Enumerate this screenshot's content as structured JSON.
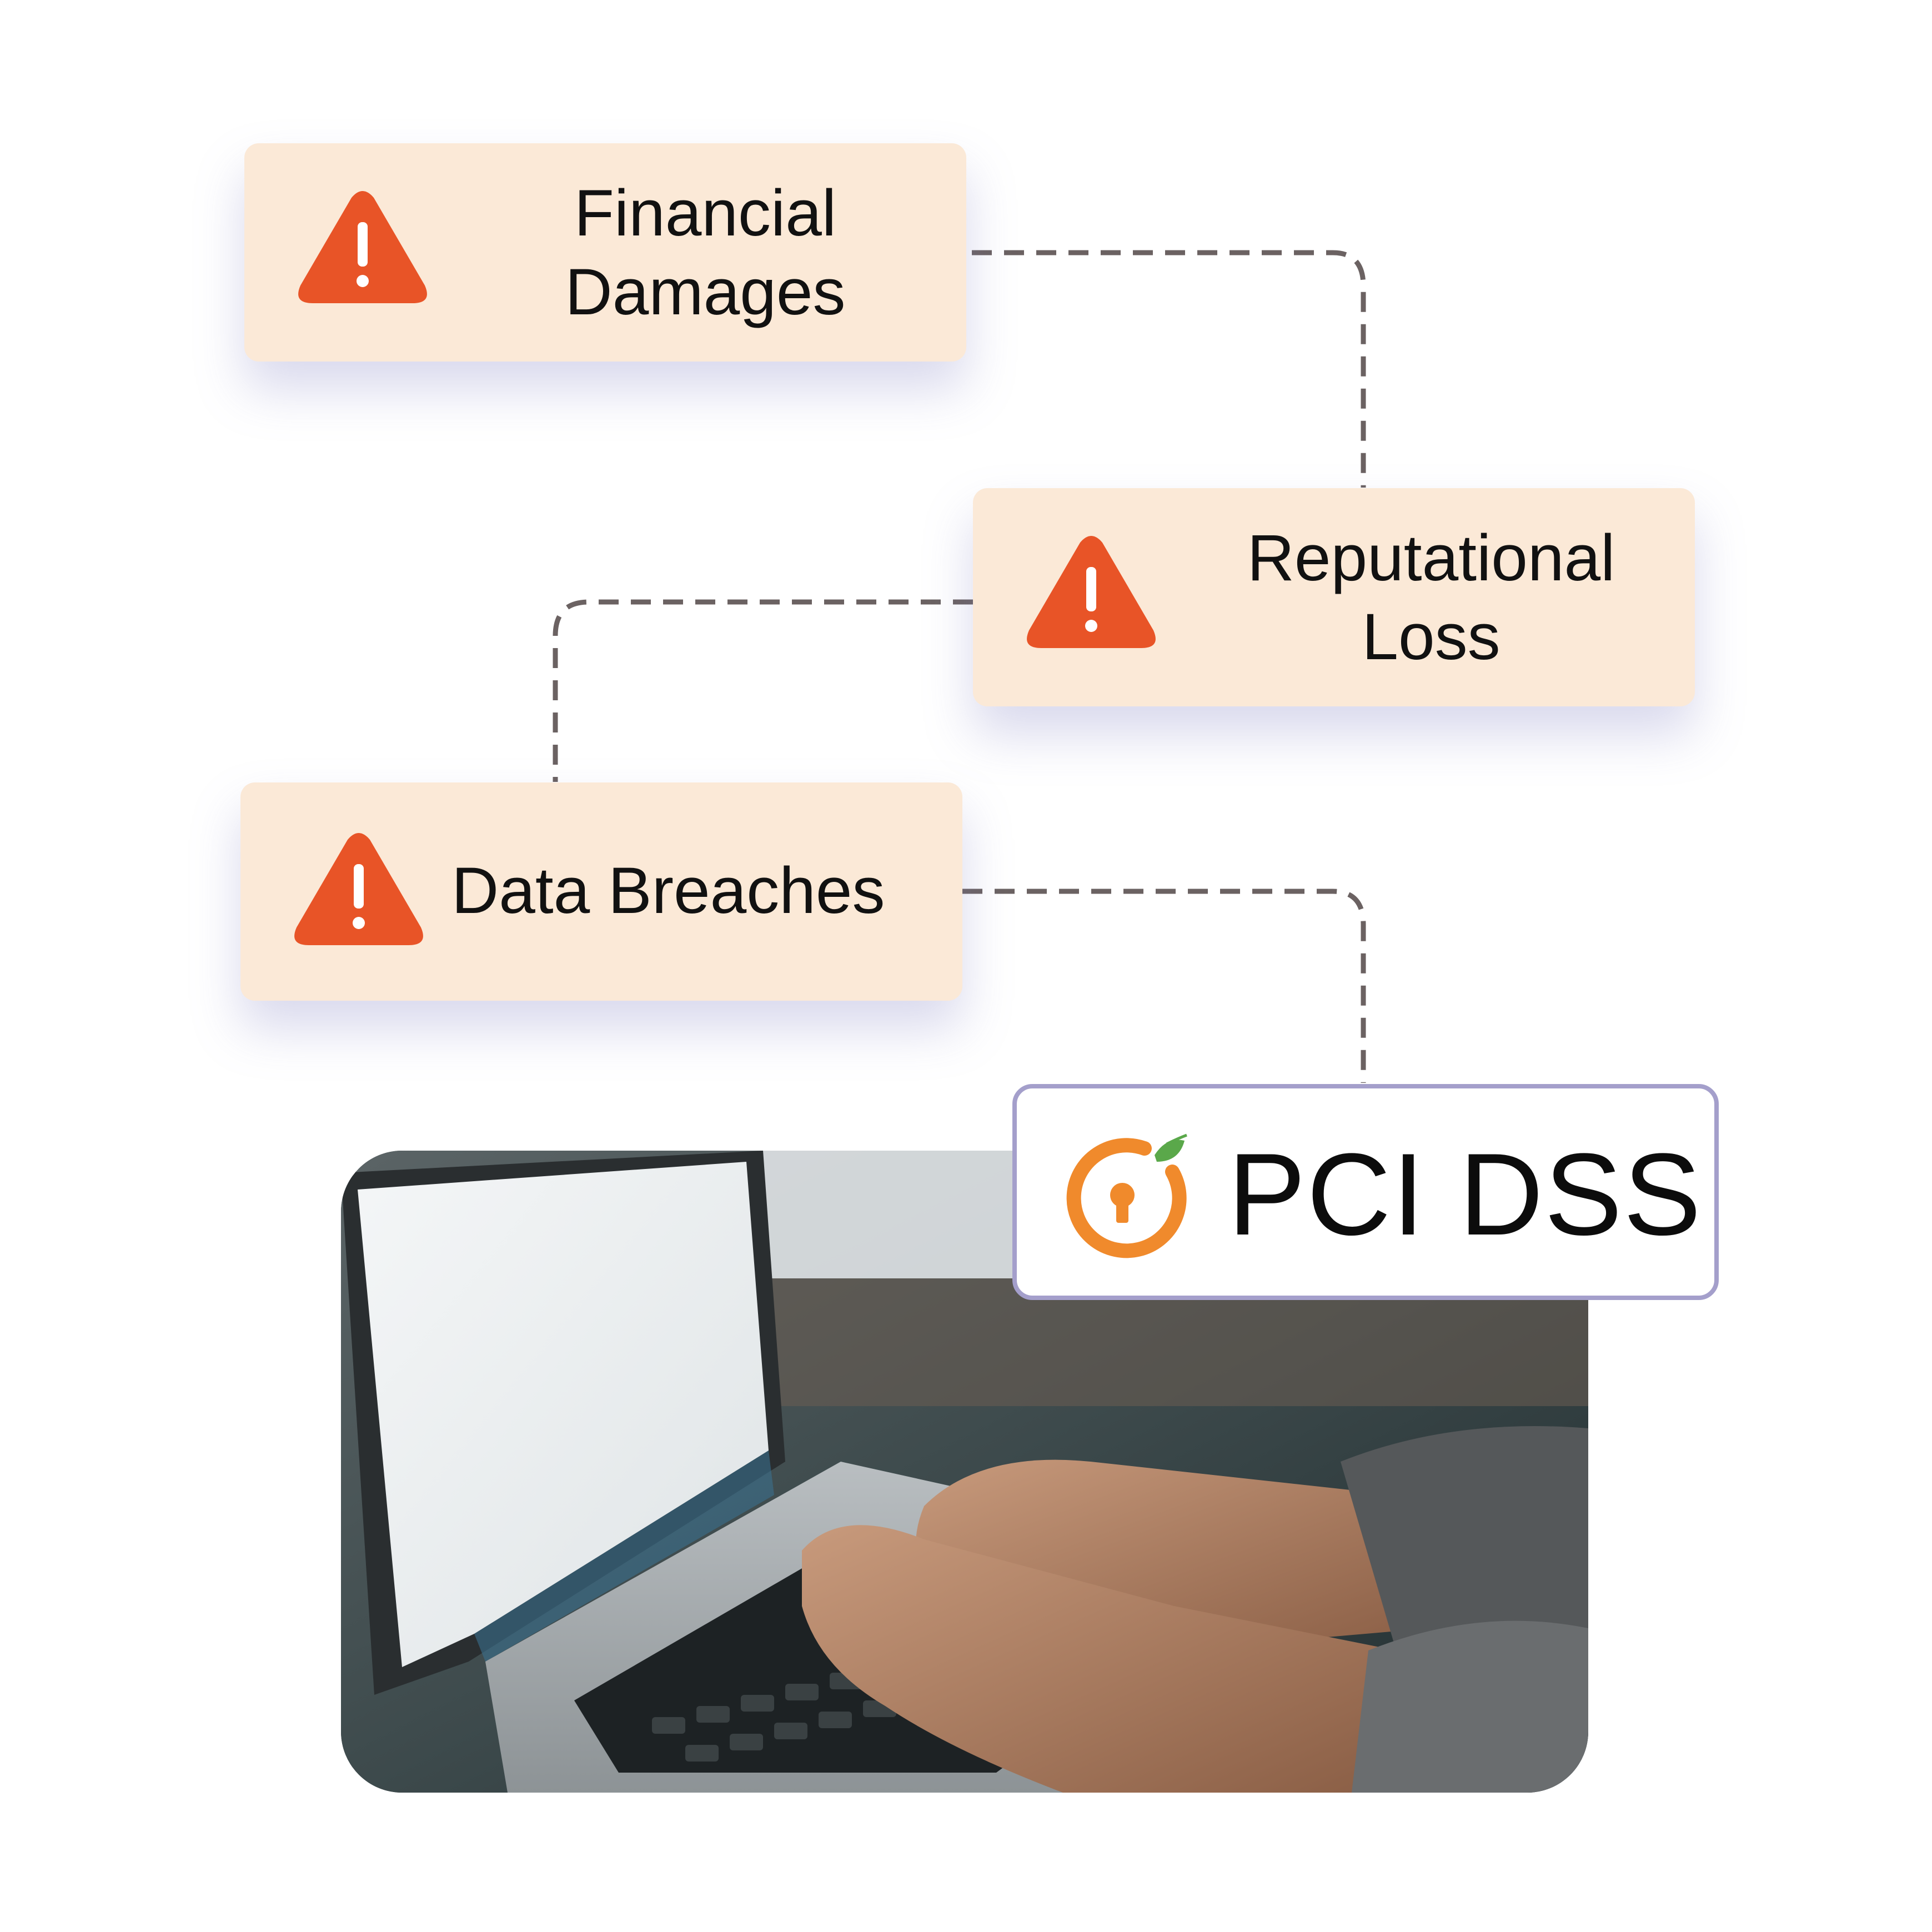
{
  "diagram": {
    "risks": [
      {
        "label": "Financial\nDamages",
        "icon": "warning-icon"
      },
      {
        "label": "Reputational\nLoss",
        "icon": "warning-icon"
      },
      {
        "label": "Data Breaches",
        "icon": "warning-icon"
      }
    ],
    "badge": {
      "label": "PCI DSS",
      "icon": "keyhole-lock-icon"
    },
    "colors": {
      "card_background": "#fbe9d7",
      "warning": "#e85427",
      "connector": "#6b6262",
      "badge_border": "#a49fcb",
      "logo_orange": "#f08a2c",
      "logo_leaf": "#5aa84a"
    },
    "photo": {
      "subject": "hands typing on a laptop keyboard"
    }
  }
}
